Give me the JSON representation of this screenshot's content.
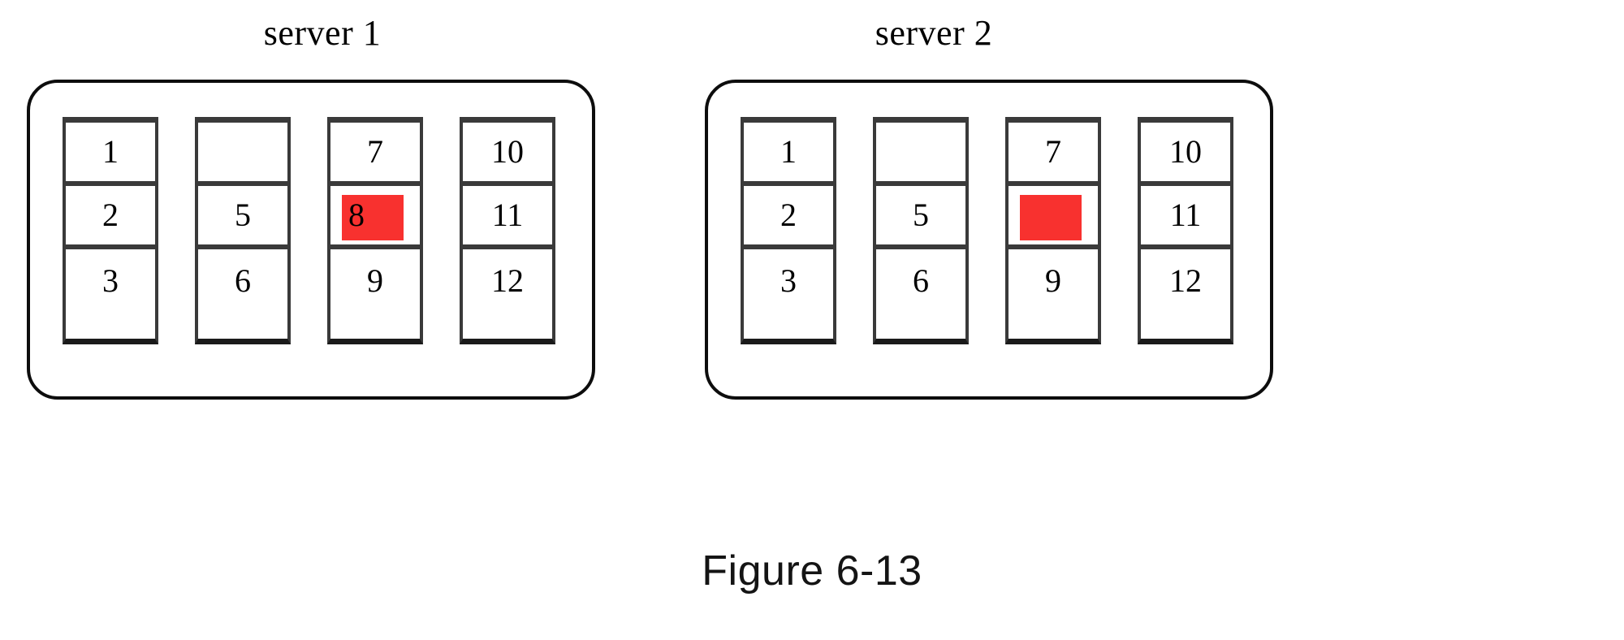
{
  "figure": {
    "caption": "Figure 6-13",
    "highlight_color": "#F8312F",
    "border_color": "#3a3a3a",
    "background_color": "#ffffff"
  },
  "servers": [
    {
      "title": "server 1",
      "columns": [
        {
          "cells": [
            {
              "label": "1",
              "highlighted": false
            },
            {
              "label": "2",
              "highlighted": false
            },
            {
              "label": "3",
              "highlighted": false
            }
          ]
        },
        {
          "cells": [
            {
              "label": "",
              "highlighted": false
            },
            {
              "label": "5",
              "highlighted": false
            },
            {
              "label": "6",
              "highlighted": false
            }
          ]
        },
        {
          "cells": [
            {
              "label": "7",
              "highlighted": false
            },
            {
              "label": "8",
              "highlighted": true
            },
            {
              "label": "9",
              "highlighted": false
            }
          ]
        },
        {
          "cells": [
            {
              "label": "10",
              "highlighted": false
            },
            {
              "label": "11",
              "highlighted": false
            },
            {
              "label": "12",
              "highlighted": false
            }
          ]
        }
      ]
    },
    {
      "title": "server 2",
      "columns": [
        {
          "cells": [
            {
              "label": "1",
              "highlighted": false
            },
            {
              "label": "2",
              "highlighted": false
            },
            {
              "label": "3",
              "highlighted": false
            }
          ]
        },
        {
          "cells": [
            {
              "label": "",
              "highlighted": false
            },
            {
              "label": "5",
              "highlighted": false
            },
            {
              "label": "6",
              "highlighted": false
            }
          ]
        },
        {
          "cells": [
            {
              "label": "7",
              "highlighted": false
            },
            {
              "label": "",
              "highlighted": true
            },
            {
              "label": "9",
              "highlighted": false
            }
          ]
        },
        {
          "cells": [
            {
              "label": "10",
              "highlighted": false
            },
            {
              "label": "11",
              "highlighted": false
            },
            {
              "label": "12",
              "highlighted": false
            }
          ]
        }
      ]
    }
  ]
}
